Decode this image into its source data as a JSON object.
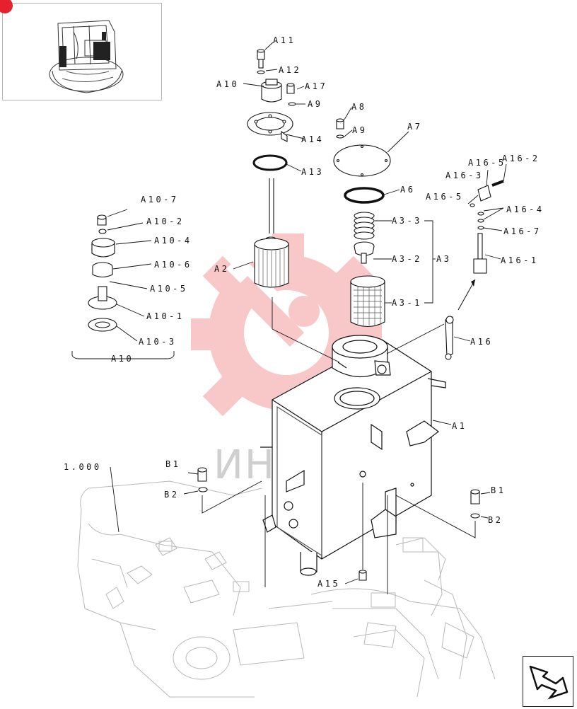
{
  "watermark": {
    "text": "ИНТЕХ",
    "color": "#f08a8a"
  },
  "nav": {
    "icon": "arrow-nav-icon"
  },
  "thumbnail": {
    "icon": "excavator-cab-icon",
    "badge_color": "#e4212c"
  },
  "callouts": {
    "a11": "A11",
    "a12": "A12",
    "a10": "A10",
    "a17": "A17",
    "a9_top": "A9",
    "a14": "A14",
    "a13": "A13",
    "a8": "A8",
    "a9_mid": "A9",
    "a7": "A7",
    "a6": "A6",
    "a3_3": "A3-3",
    "a3_2": "A3-2",
    "a3": "A3",
    "a3_1": "A3-1",
    "a2": "A2",
    "a16_3": "A16-3",
    "a16_5a": "A16-5",
    "a16_2": "A16-2",
    "a16_5b": "A16-5",
    "a16_4": "A16-4",
    "a16_7": "A16-7",
    "a16_1": "A16-1",
    "a16": "A16",
    "a1": "A1",
    "a10_7": "A10-7",
    "a10_2": "A10-2",
    "a10_4": "A10-4",
    "a10_6": "A10-6",
    "a10_5": "A10-5",
    "a10_1": "A10-1",
    "a10_3": "A10-3",
    "a10_group": "A10",
    "ref_1000": "1.000",
    "b1_left": "B1",
    "b2_left": "B2",
    "b1_right": "B1",
    "b2_right": "B2",
    "a15": "A15"
  }
}
